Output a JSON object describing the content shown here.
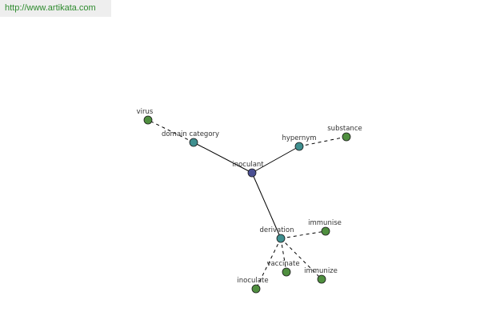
{
  "site": {
    "url": "http://www.artikata.com"
  },
  "graph": {
    "colors": {
      "center": "#4a4f93",
      "relation": "#3f8f8f",
      "leaf": "#4f8f3f",
      "node_stroke": "#1a1a1a",
      "edge": "#000000"
    },
    "nodes": {
      "inoculant": {
        "label": "inoculant",
        "kind": "center"
      },
      "domain_category": {
        "label": "domain category",
        "kind": "relation"
      },
      "hypernym": {
        "label": "hypernym",
        "kind": "relation"
      },
      "derivation": {
        "label": "derivation",
        "kind": "relation"
      },
      "virus": {
        "label": "virus",
        "kind": "leaf"
      },
      "substance": {
        "label": "substance",
        "kind": "leaf"
      },
      "immunise": {
        "label": "immunise",
        "kind": "leaf"
      },
      "vaccinate": {
        "label": "vaccinate",
        "kind": "leaf"
      },
      "immunize": {
        "label": "immunize",
        "kind": "leaf"
      },
      "inoculate": {
        "label": "inoculate",
        "kind": "leaf"
      }
    },
    "edges": [
      {
        "from": "inoculant",
        "to": "domain_category",
        "style": "solid"
      },
      {
        "from": "inoculant",
        "to": "hypernym",
        "style": "solid"
      },
      {
        "from": "inoculant",
        "to": "derivation",
        "style": "solid"
      },
      {
        "from": "domain_category",
        "to": "virus",
        "style": "dashed"
      },
      {
        "from": "hypernym",
        "to": "substance",
        "style": "dashed"
      },
      {
        "from": "derivation",
        "to": "immunise",
        "style": "dashed"
      },
      {
        "from": "derivation",
        "to": "vaccinate",
        "style": "dashed"
      },
      {
        "from": "derivation",
        "to": "immunize",
        "style": "dashed"
      },
      {
        "from": "derivation",
        "to": "inoculate",
        "style": "dashed"
      }
    ]
  }
}
